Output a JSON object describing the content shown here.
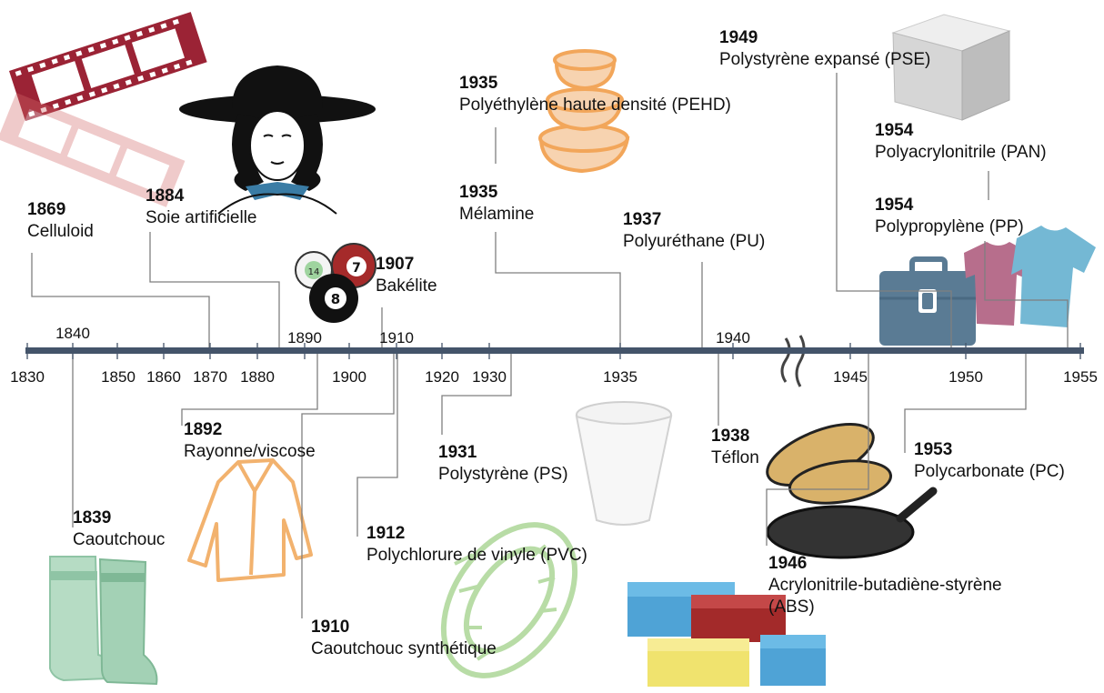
{
  "timeline": {
    "axis_color": "#44546a",
    "leader_color": "#7f7f7f",
    "tick_labels_below": [
      "1830",
      "1850",
      "1860",
      "1870",
      "1880",
      "1900",
      "1920",
      "1930",
      "1935",
      "1945",
      "1950",
      "1955"
    ],
    "tick_labels_above": [
      "1840",
      "1890",
      "1910",
      "1940"
    ]
  },
  "events": [
    {
      "year": "1839",
      "name": "Caoutchouc",
      "icon": "boots-icon"
    },
    {
      "year": "1869",
      "name": "Celluloid",
      "icon": "film-strip-icon"
    },
    {
      "year": "1884",
      "name": "Soie artificielle",
      "icon": "woman-hat-icon"
    },
    {
      "year": "1892",
      "name": "Rayonne/viscose",
      "icon": "shirt-outline-icon"
    },
    {
      "year": "1907",
      "name": "Bakélite",
      "icon": "billiard-balls-icon"
    },
    {
      "year": "1910",
      "name": "Caoutchouc synthétique",
      "icon": "tire-icon"
    },
    {
      "year": "1912",
      "name": "Polychlorure de vinyle (PVC)",
      "icon": ""
    },
    {
      "year": "1931",
      "name": "Polystyrène (PS)",
      "icon": "foam-cup-icon"
    },
    {
      "year": "1935",
      "name": "Polyéthylène haute densité (PEHD)",
      "icon": "food-containers-icon"
    },
    {
      "year": "1935",
      "name": "Mélamine",
      "icon": ""
    },
    {
      "year": "1937",
      "name": "Polyuréthane (PU)",
      "icon": ""
    },
    {
      "year": "1938",
      "name": "Téflon",
      "icon": "frying-pan-icon"
    },
    {
      "year": "1946",
      "name": "Acrylonitrile-butadiène-styrène (ABS)",
      "icon": "lego-bricks-icon"
    },
    {
      "year": "1949",
      "name": "Polystyrène expansé (PSE)",
      "icon": "foam-block-icon"
    },
    {
      "year": "1953",
      "name": "Polycarbonate (PC)",
      "icon": "briefcase-icon"
    },
    {
      "year": "1954",
      "name": "Polyacrylonitrile (PAN)",
      "icon": ""
    },
    {
      "year": "1954",
      "name": "Polypropylène (PP)",
      "icon": "tshirts-icon"
    }
  ]
}
